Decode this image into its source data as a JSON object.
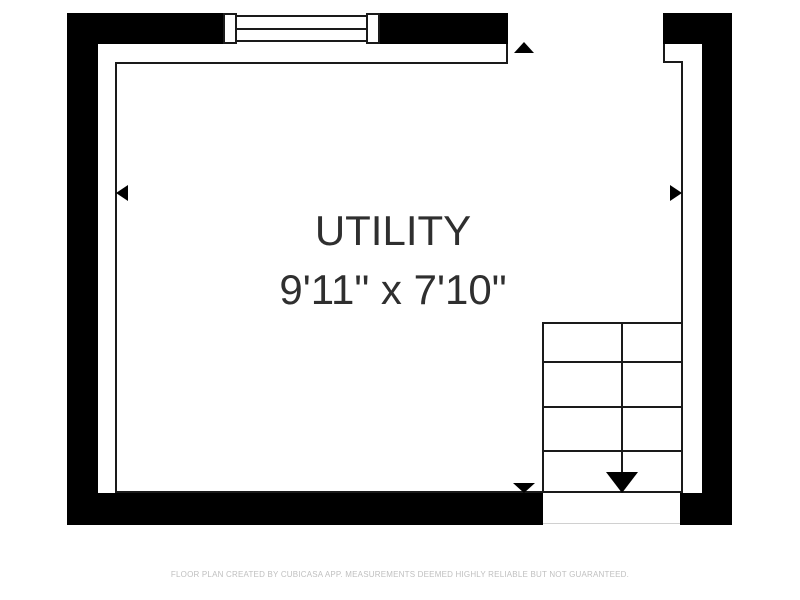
{
  "floorplan": {
    "room": {
      "name": "UTILITY",
      "dimensions": "9'11\" x 7'10\""
    },
    "stairs": {
      "visible_steps": 4,
      "columns": 2,
      "direction": "down"
    },
    "footer": "FLOOR PLAN CREATED BY CUBICASA APP. MEASUREMENTS DEEMED HIGHLY RELIABLE BUT NOT GUARANTEED.",
    "icons": {
      "door_arrow": "triangle-up",
      "left_wall_arrow": "triangle-left",
      "right_wall_arrow": "triangle-right",
      "bottom_wall_arrow": "triangle-down",
      "stairs_arrow": "triangle-down"
    },
    "colors": {
      "background": "#ffffff",
      "wall": "#000000",
      "line": "#1a1a1a",
      "stairwell_line": "#d0d0d0",
      "room_text": "#2f2f2f",
      "footer_text": "#c0c0c0"
    }
  }
}
